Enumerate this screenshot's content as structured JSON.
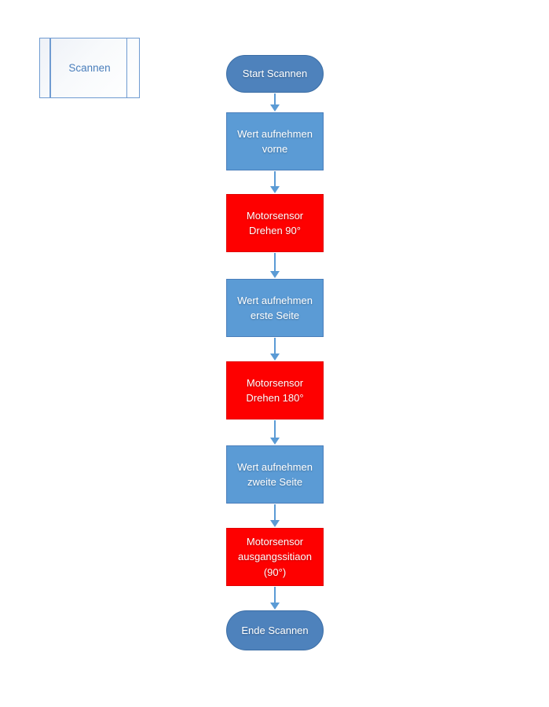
{
  "title_box": {
    "label": "Scannen",
    "shape": "predefined-process",
    "border_color": "#6f9bd1",
    "text_color": "#4a7ebb"
  },
  "colors": {
    "terminator_fill": "#4e82bc",
    "terminator_border": "#3c6ea5",
    "process_blue_fill": "#5b9bd5",
    "process_blue_border": "#4a7ebb",
    "process_red_fill": "#fe0000",
    "process_red_border": "#e00000",
    "arrow": "#5b9bd5",
    "node_text": "#ffffff",
    "page_background": "#ffffff"
  },
  "flowchart": {
    "nodes": [
      {
        "id": "start",
        "type": "terminator",
        "color": "blue-dark",
        "label": "Start Scannen"
      },
      {
        "id": "wert-vorne",
        "type": "process",
        "color": "blue",
        "label": "Wert aufnehmen\nvorne"
      },
      {
        "id": "motor-90",
        "type": "process",
        "color": "red",
        "label": "Motorsensor\nDrehen 90°"
      },
      {
        "id": "wert-erste",
        "type": "process",
        "color": "blue",
        "label": "Wert aufnehmen\nerste Seite"
      },
      {
        "id": "motor-180",
        "type": "process",
        "color": "red",
        "label": "Motorsensor\nDrehen 180°"
      },
      {
        "id": "wert-zweite",
        "type": "process",
        "color": "blue",
        "label": "Wert aufnehmen\nzweite Seite"
      },
      {
        "id": "motor-ausgang",
        "type": "process",
        "color": "red",
        "label": "Motorsensor\nausgangssitiaon\n(90°)"
      },
      {
        "id": "ende",
        "type": "terminator",
        "color": "blue-dark",
        "label": "Ende Scannen"
      }
    ],
    "edges": [
      {
        "from": "start",
        "to": "wert-vorne",
        "direction": "down"
      },
      {
        "from": "wert-vorne",
        "to": "motor-90",
        "direction": "down"
      },
      {
        "from": "motor-90",
        "to": "wert-erste",
        "direction": "down"
      },
      {
        "from": "wert-erste",
        "to": "motor-180",
        "direction": "down"
      },
      {
        "from": "motor-180",
        "to": "wert-zweite",
        "direction": "down"
      },
      {
        "from": "wert-zweite",
        "to": "motor-ausgang",
        "direction": "down"
      },
      {
        "from": "motor-ausgang",
        "to": "ende",
        "direction": "down"
      }
    ]
  }
}
